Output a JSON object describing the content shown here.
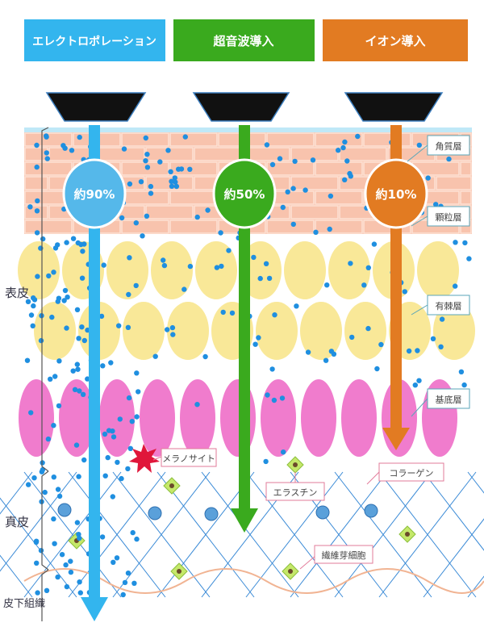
{
  "headers": {
    "electroporation": "エレクトロポレーション",
    "ultrasound": "超音波導入",
    "iontophoresis": "イオン導入"
  },
  "penetration": {
    "electroporation": "約90%",
    "ultrasound": "約50%",
    "iontophoresis": "約10%"
  },
  "layers": {
    "stratum_corneum": "角質層",
    "stratum_granulosum": "顆粒層",
    "stratum_spinosum": "有棘層",
    "stratum_basale": "基底層"
  },
  "regions": {
    "epidermis": "表皮",
    "dermis": "真皮",
    "subcutaneous": "皮下組織"
  },
  "cells": {
    "melanocyte": "メラノサイト",
    "elastin": "エラスチン",
    "collagen": "コラーゲン",
    "fibroblast": "繊維芽細胞"
  },
  "colors": {
    "electroporation": "#33b5ee",
    "ultrasound": "#3aaa1e",
    "iontophoresis": "#e27b22",
    "dot": "#1f8fe0",
    "spinous_cell": "#f9e898",
    "basal_cell": "#f07ccd",
    "brick": "#f6b89e"
  }
}
